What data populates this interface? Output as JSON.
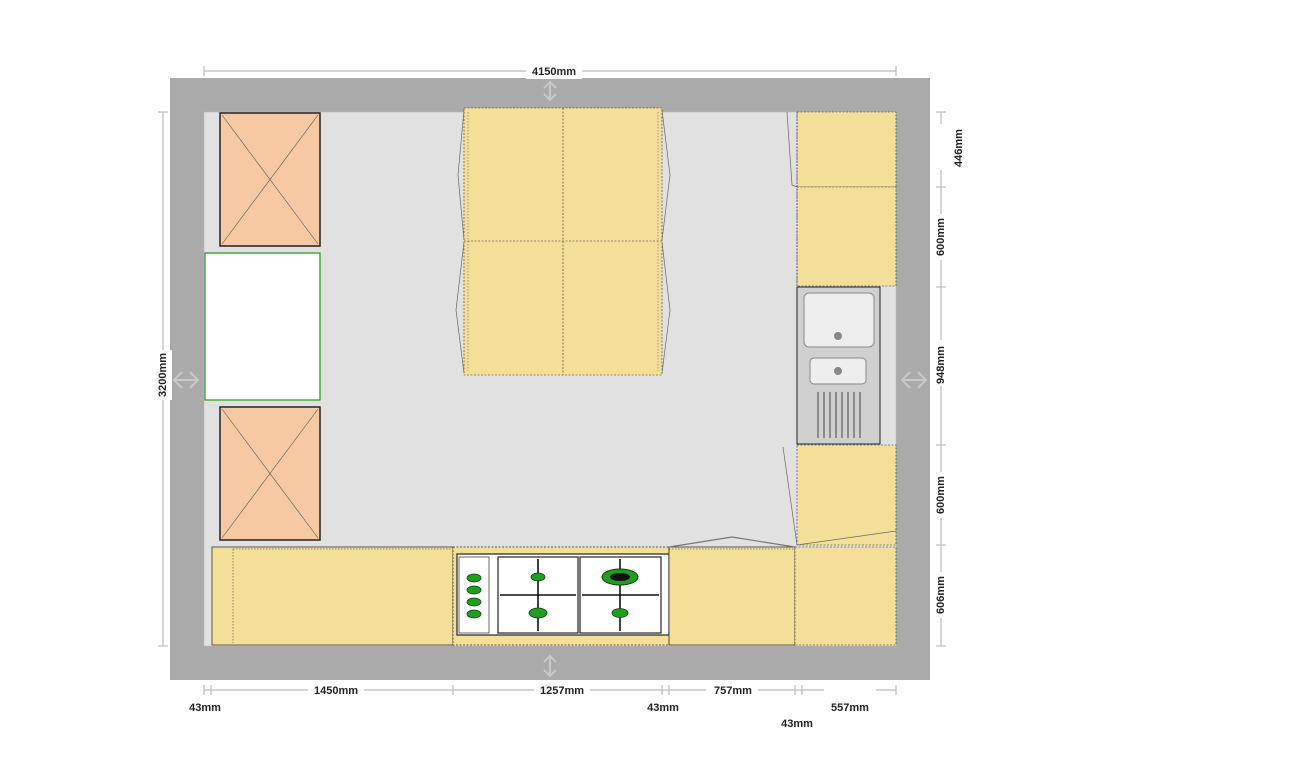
{
  "plan": {
    "colors": {
      "wall": "#aaaaaa",
      "floor": "#e1e1e1",
      "cabinet": "#f3df98",
      "appliance": "#f6c9a2",
      "sink_steel": "#c4c4c4",
      "burner": "#1f9e1f",
      "dimension_line": "#bbbbbb"
    },
    "dimensions": {
      "overall_width": "4150mm",
      "overall_height": "3200mm",
      "right": [
        "446mm",
        "600mm",
        "948mm",
        "600mm",
        "606mm"
      ],
      "bottom": [
        "43mm",
        "1450mm",
        "1257mm",
        "43mm",
        "757mm",
        "43mm",
        "557mm"
      ]
    },
    "icons": {
      "door_arrows": "double-arrow-icon",
      "appliance_box": "cross-box-icon",
      "sink": "double-sink-icon",
      "hob": "gas-hob-icon"
    }
  }
}
